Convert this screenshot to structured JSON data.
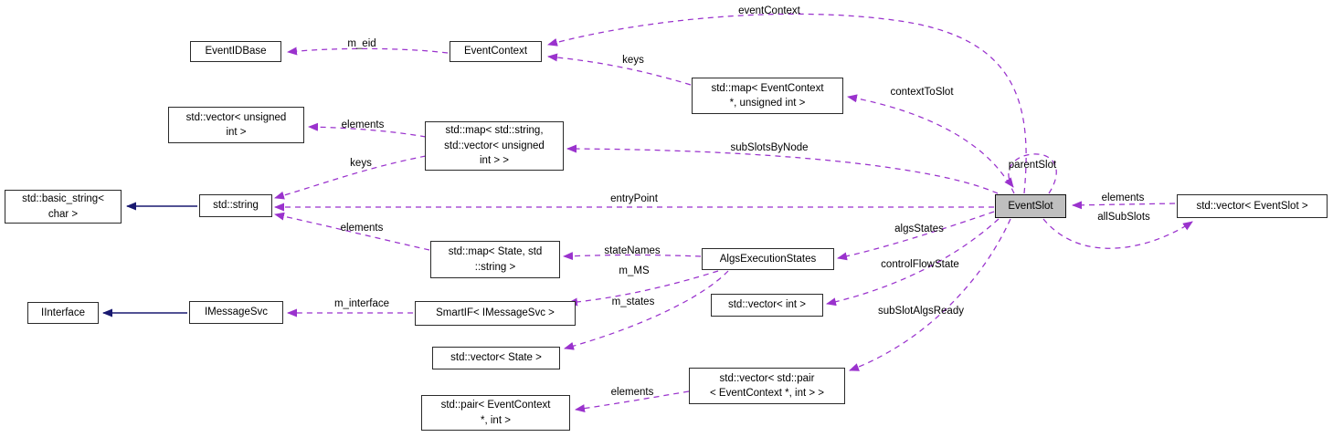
{
  "colors": {
    "usage_edge": "#9a32cd",
    "inheritance_edge": "#191970",
    "node_border": "#2a2a2a",
    "node_fill": "#ffffff",
    "focus_node_fill": "#bfbfbf"
  },
  "nodes": {
    "event_id_base": {
      "label": "EventIDBase"
    },
    "event_context": {
      "label": "EventContext"
    },
    "map_eventcontext_uint": {
      "label": "std::map< EventContext\n*, unsigned int >"
    },
    "vector_unsigned_int": {
      "label": "std::vector< unsigned\nint >"
    },
    "map_string_vector": {
      "label": "std::map< std::string,\nstd::vector< unsigned\nint > >"
    },
    "basic_string_char": {
      "label": "std::basic_string<\nchar >"
    },
    "std_string": {
      "label": "std::string"
    },
    "map_state_string": {
      "label": "std::map< State, std\n::string >"
    },
    "algs_execution_states": {
      "label": "AlgsExecutionStates"
    },
    "vector_int": {
      "label": "std::vector< int >"
    },
    "iinterface": {
      "label": "IInterface"
    },
    "imessage_svc": {
      "label": "IMessageSvc"
    },
    "smartif_imessagesvc": {
      "label": "SmartIF< IMessageSvc >"
    },
    "vector_state": {
      "label": "std::vector< State >"
    },
    "pair_eventcontext_int": {
      "label": "std::pair< EventContext\n*, int >"
    },
    "vector_pair_eventcontext_int": {
      "label": "std::vector< std::pair\n< EventContext *, int > >"
    },
    "event_slot": {
      "label": "EventSlot"
    },
    "vector_eventslot": {
      "label": "std::vector< EventSlot >"
    }
  },
  "edge_labels": {
    "m_eid": "m_eid",
    "event_context": "eventContext",
    "keys_top": "keys",
    "context_to_slot": "contextToSlot",
    "elements_vec_uint": "elements",
    "keys_mid": "keys",
    "sub_slots_by_node": "subSlotsByNode",
    "parent_slot": "parentSlot",
    "entry_point": "entryPoint",
    "elements_string": "elements",
    "elements_eventslot": "elements",
    "all_sub_slots": "allSubSlots",
    "algs_states": "algsStates",
    "control_flow_state": "controlFlowState",
    "sub_slot_algs_ready": "subSlotAlgsReady",
    "state_names": "stateNames",
    "m_ms": "m_MS",
    "m_states": "m_states",
    "m_interface": "m_interface",
    "elements_pair": "elements"
  }
}
